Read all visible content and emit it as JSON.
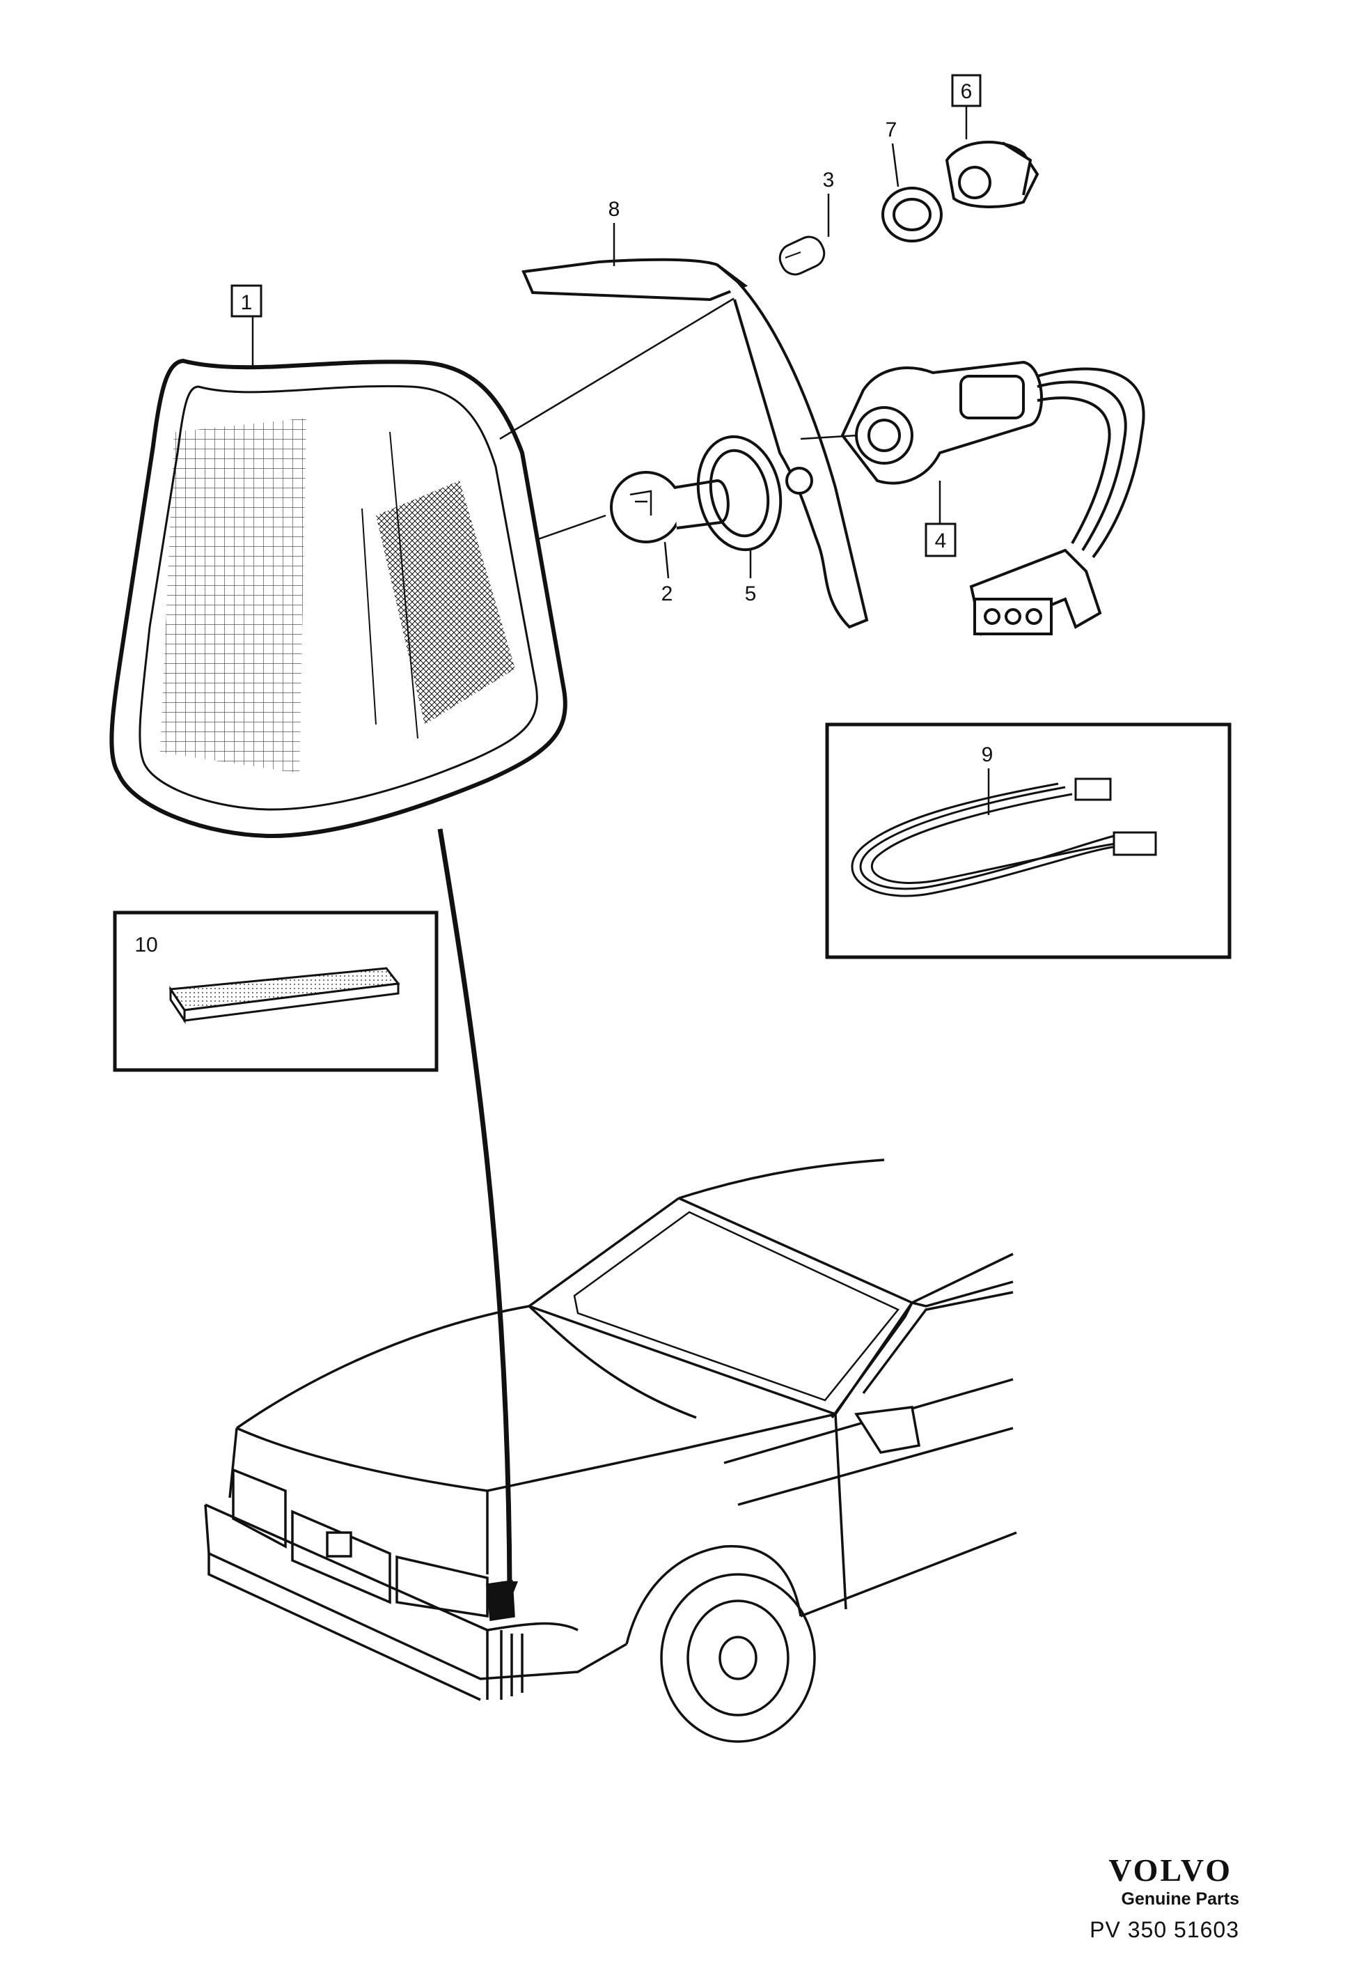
{
  "callouts": {
    "c1": "1",
    "c2": "2",
    "c3": "3",
    "c4": "4",
    "c5": "5",
    "c6": "6",
    "c7": "7",
    "c8": "8",
    "c9": "9",
    "c10": "10"
  },
  "brand": {
    "logo": "VOLVO",
    "subtitle": "Genuine Parts",
    "code": "PV 350  51603"
  },
  "colors": {
    "ink": "#111111",
    "paper": "#ffffff"
  },
  "icons": [
    "parking-lamp-lens",
    "bulb",
    "bulb-holder",
    "wiring-harness",
    "cable-set",
    "gasket-pad",
    "car-front"
  ]
}
